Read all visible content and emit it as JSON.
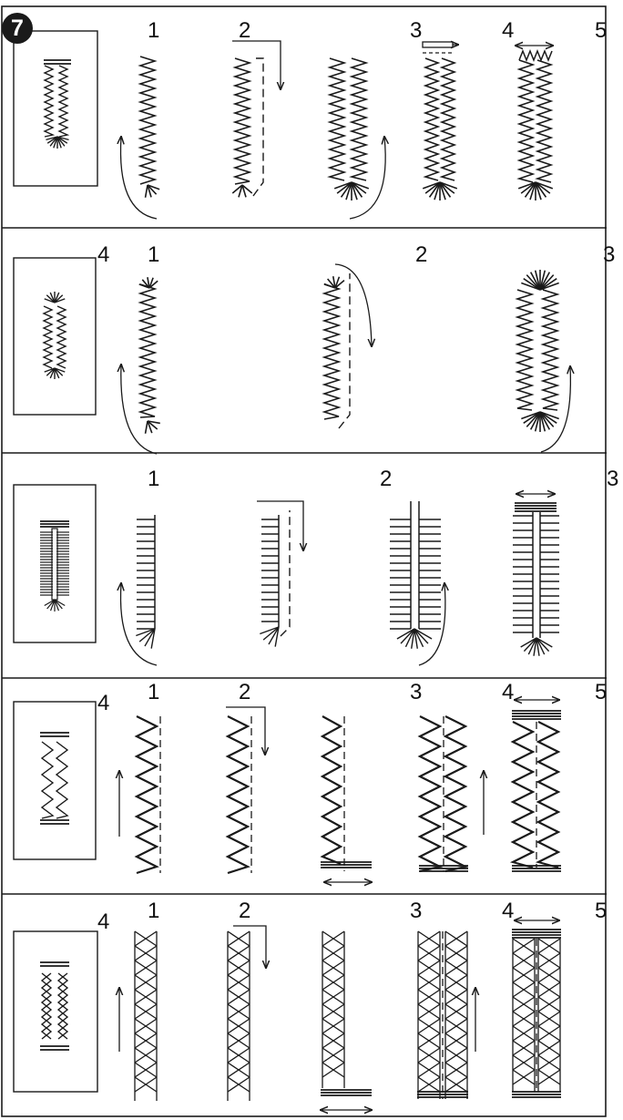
{
  "badge": "7",
  "rows": [
    {
      "name": "row-1",
      "labels": [
        "1",
        "2",
        "3",
        "4",
        "5"
      ]
    },
    {
      "name": "row-2",
      "labels": [
        "4",
        "1",
        "2",
        "3"
      ]
    },
    {
      "name": "row-3",
      "labels": [
        "1",
        "2",
        "3"
      ]
    },
    {
      "name": "row-4",
      "labels": [
        "4",
        "1",
        "2",
        "3",
        "4",
        "5"
      ]
    },
    {
      "name": "row-5",
      "labels": [
        "4",
        "1",
        "2",
        "3",
        "4",
        "5"
      ]
    }
  ],
  "colors": {
    "ink": "#1a1a1a",
    "paper": "#ffffff"
  }
}
